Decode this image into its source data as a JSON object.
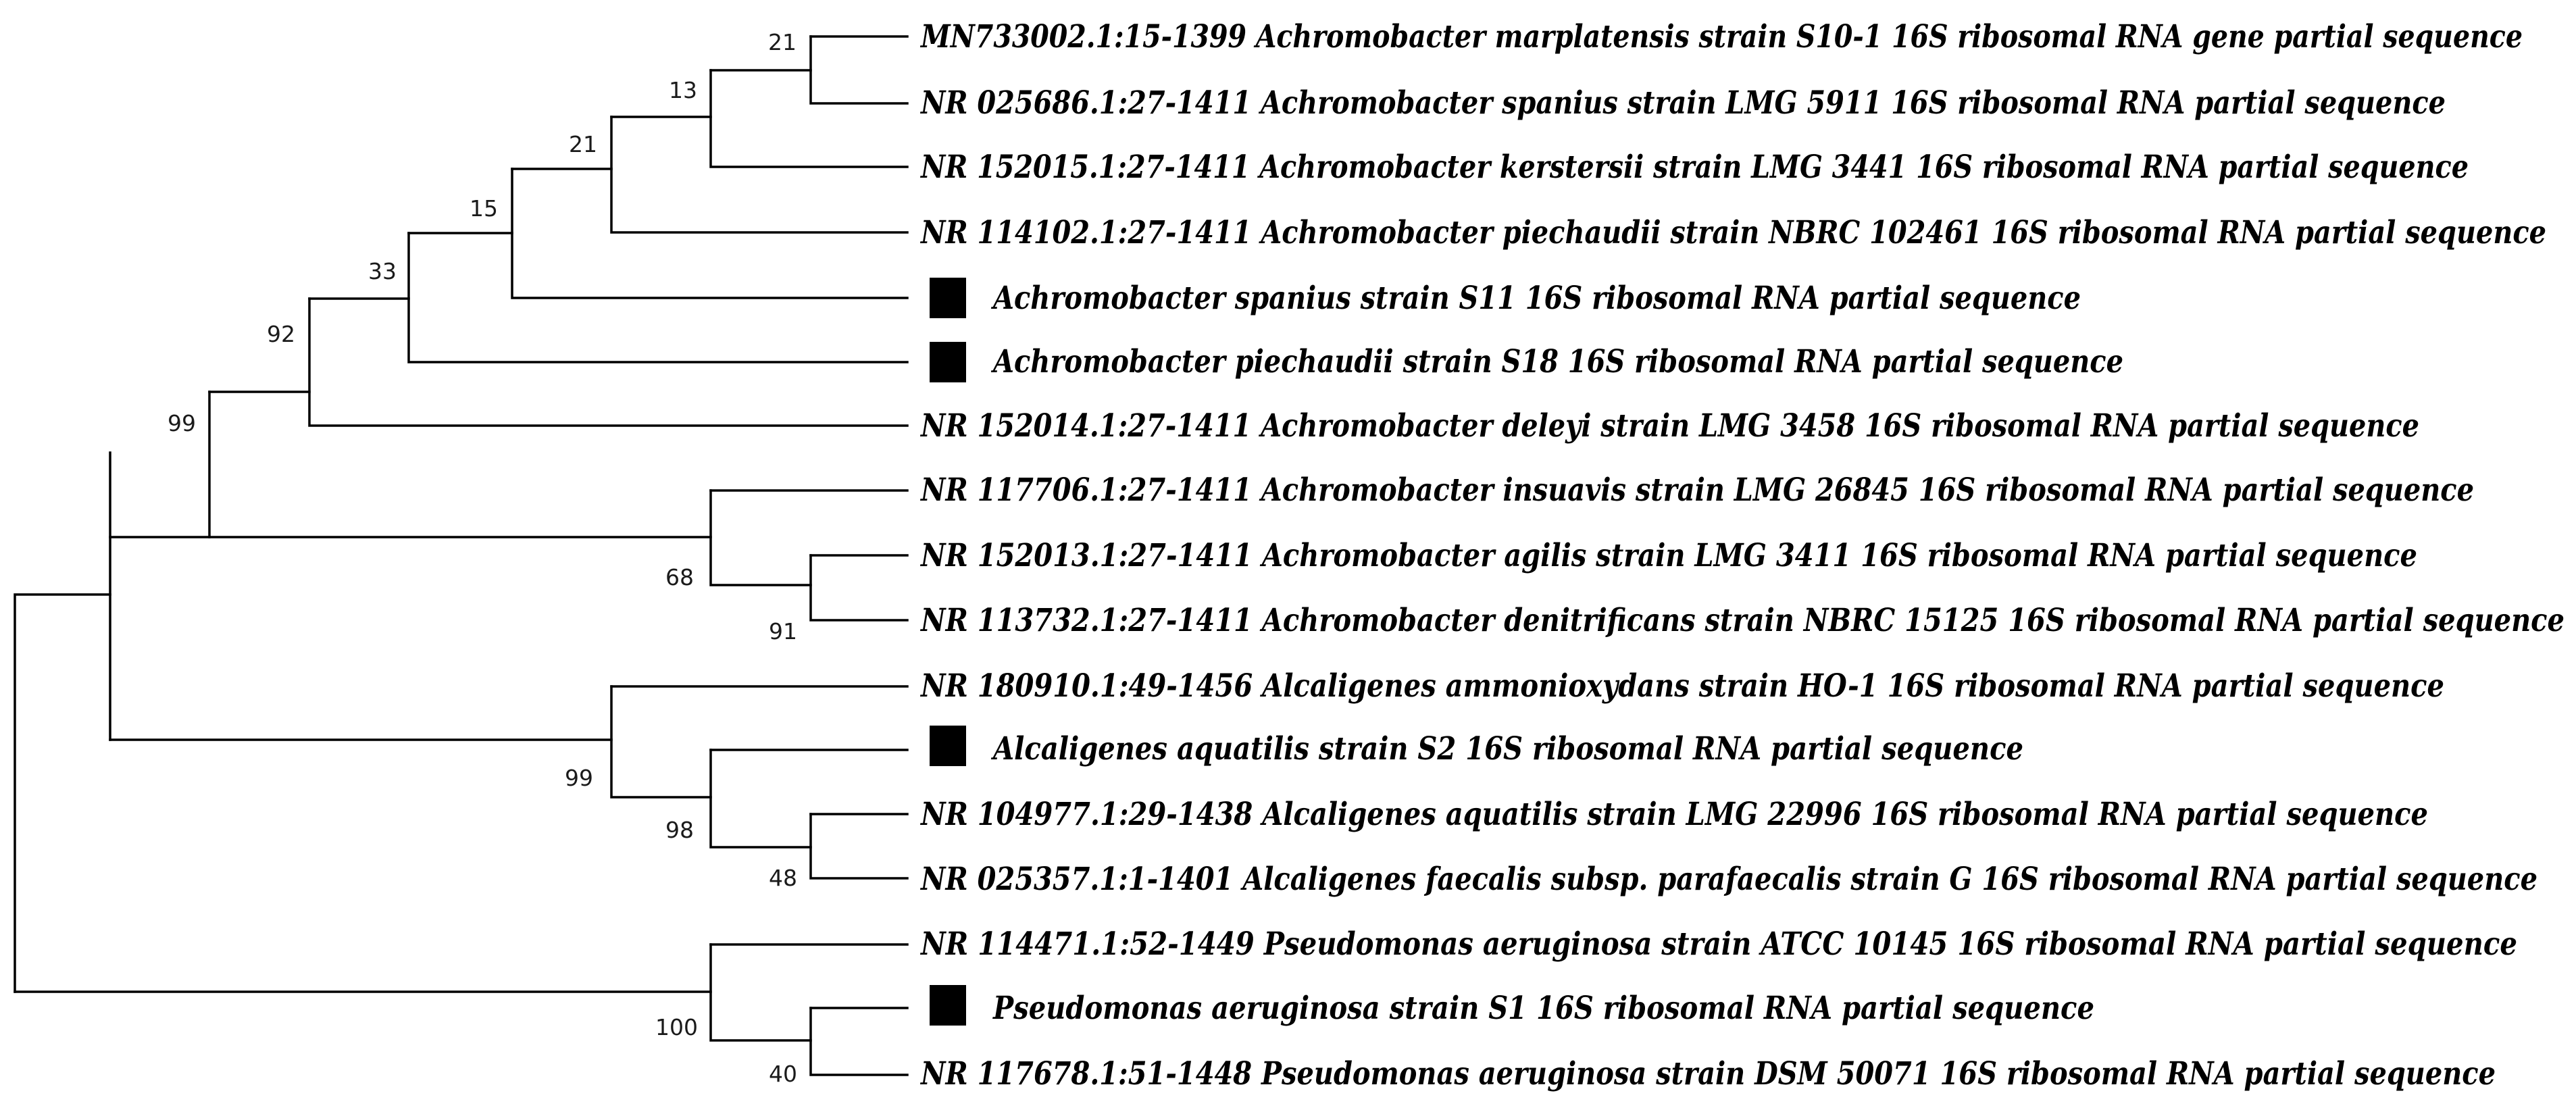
{
  "tree": {
    "taxa": [
      {
        "id": "t1",
        "label": "MN733002.1:15-1399 Achromobacter marplatensis strain S10-1 16S ribosomal RNA gene partial sequence",
        "marked": false
      },
      {
        "id": "t2",
        "label": "NR 025686.1:27-1411 Achromobacter spanius strain LMG 5911 16S ribosomal RNA partial sequence",
        "marked": false
      },
      {
        "id": "t3",
        "label": "NR 152015.1:27-1411 Achromobacter kerstersii strain LMG 3441 16S ribosomal RNA partial sequence",
        "marked": false
      },
      {
        "id": "t4",
        "label": "NR 114102.1:27-1411 Achromobacter piechaudii strain NBRC 102461 16S ribosomal RNA partial sequence",
        "marked": false
      },
      {
        "id": "t5",
        "label": "Achromobacter spanius strain S11 16S ribosomal RNA partial sequence",
        "marked": true
      },
      {
        "id": "t6",
        "label": "Achromobacter piechaudii strain S18 16S ribosomal RNA partial sequence",
        "marked": true
      },
      {
        "id": "t7",
        "label": "NR 152014.1:27-1411 Achromobacter deleyi strain LMG 3458 16S ribosomal RNA partial sequence",
        "marked": false
      },
      {
        "id": "t8",
        "label": "NR 117706.1:27-1411 Achromobacter insuavis strain LMG 26845 16S ribosomal RNA partial sequence",
        "marked": false
      },
      {
        "id": "t9",
        "label": "NR 152013.1:27-1411 Achromobacter agilis strain LMG 3411 16S ribosomal RNA partial sequence",
        "marked": false
      },
      {
        "id": "t10",
        "label": "NR 113732.1:27-1411 Achromobacter denitrificans strain NBRC 15125 16S ribosomal RNA partial sequence",
        "marked": false
      },
      {
        "id": "t11",
        "label": "NR 180910.1:49-1456 Alcaligenes ammonioxydans strain HO-1 16S ribosomal RNA partial sequence",
        "marked": false
      },
      {
        "id": "t12",
        "label": "Alcaligenes aquatilis strain S2 16S ribosomal RNA partial sequence",
        "marked": true
      },
      {
        "id": "t13",
        "label": "NR 104977.1:29-1438 Alcaligenes aquatilis strain LMG 22996 16S ribosomal RNA partial sequence",
        "marked": false
      },
      {
        "id": "t14",
        "label": "NR 025357.1:1-1401 Alcaligenes faecalis subsp. parafaecalis strain G 16S ribosomal RNA partial sequence",
        "marked": false
      },
      {
        "id": "t15",
        "label": "NR 114471.1:52-1449 Pseudomonas aeruginosa strain ATCC 10145 16S ribosomal RNA partial sequence",
        "marked": false
      },
      {
        "id": "t16",
        "label": "Pseudomonas aeruginosa strain S1 16S ribosomal RNA partial sequence",
        "marked": true
      },
      {
        "id": "t17",
        "label": "NR 117678.1:51-1448 Pseudomonas aeruginosa strain DSM 50071 16S ribosomal RNA partial sequence",
        "marked": false
      }
    ],
    "supports": {
      "n_t1_t2": "21",
      "n_13": "13",
      "n_21": "21",
      "n_15": "15",
      "n_33": "33",
      "n_92": "92",
      "n_99_achromo": "99",
      "n_68": "68",
      "n_91": "91",
      "n_99_alcali": "99",
      "n_98": "98",
      "n_48": "48",
      "n_100": "100",
      "n_40": "40"
    }
  }
}
